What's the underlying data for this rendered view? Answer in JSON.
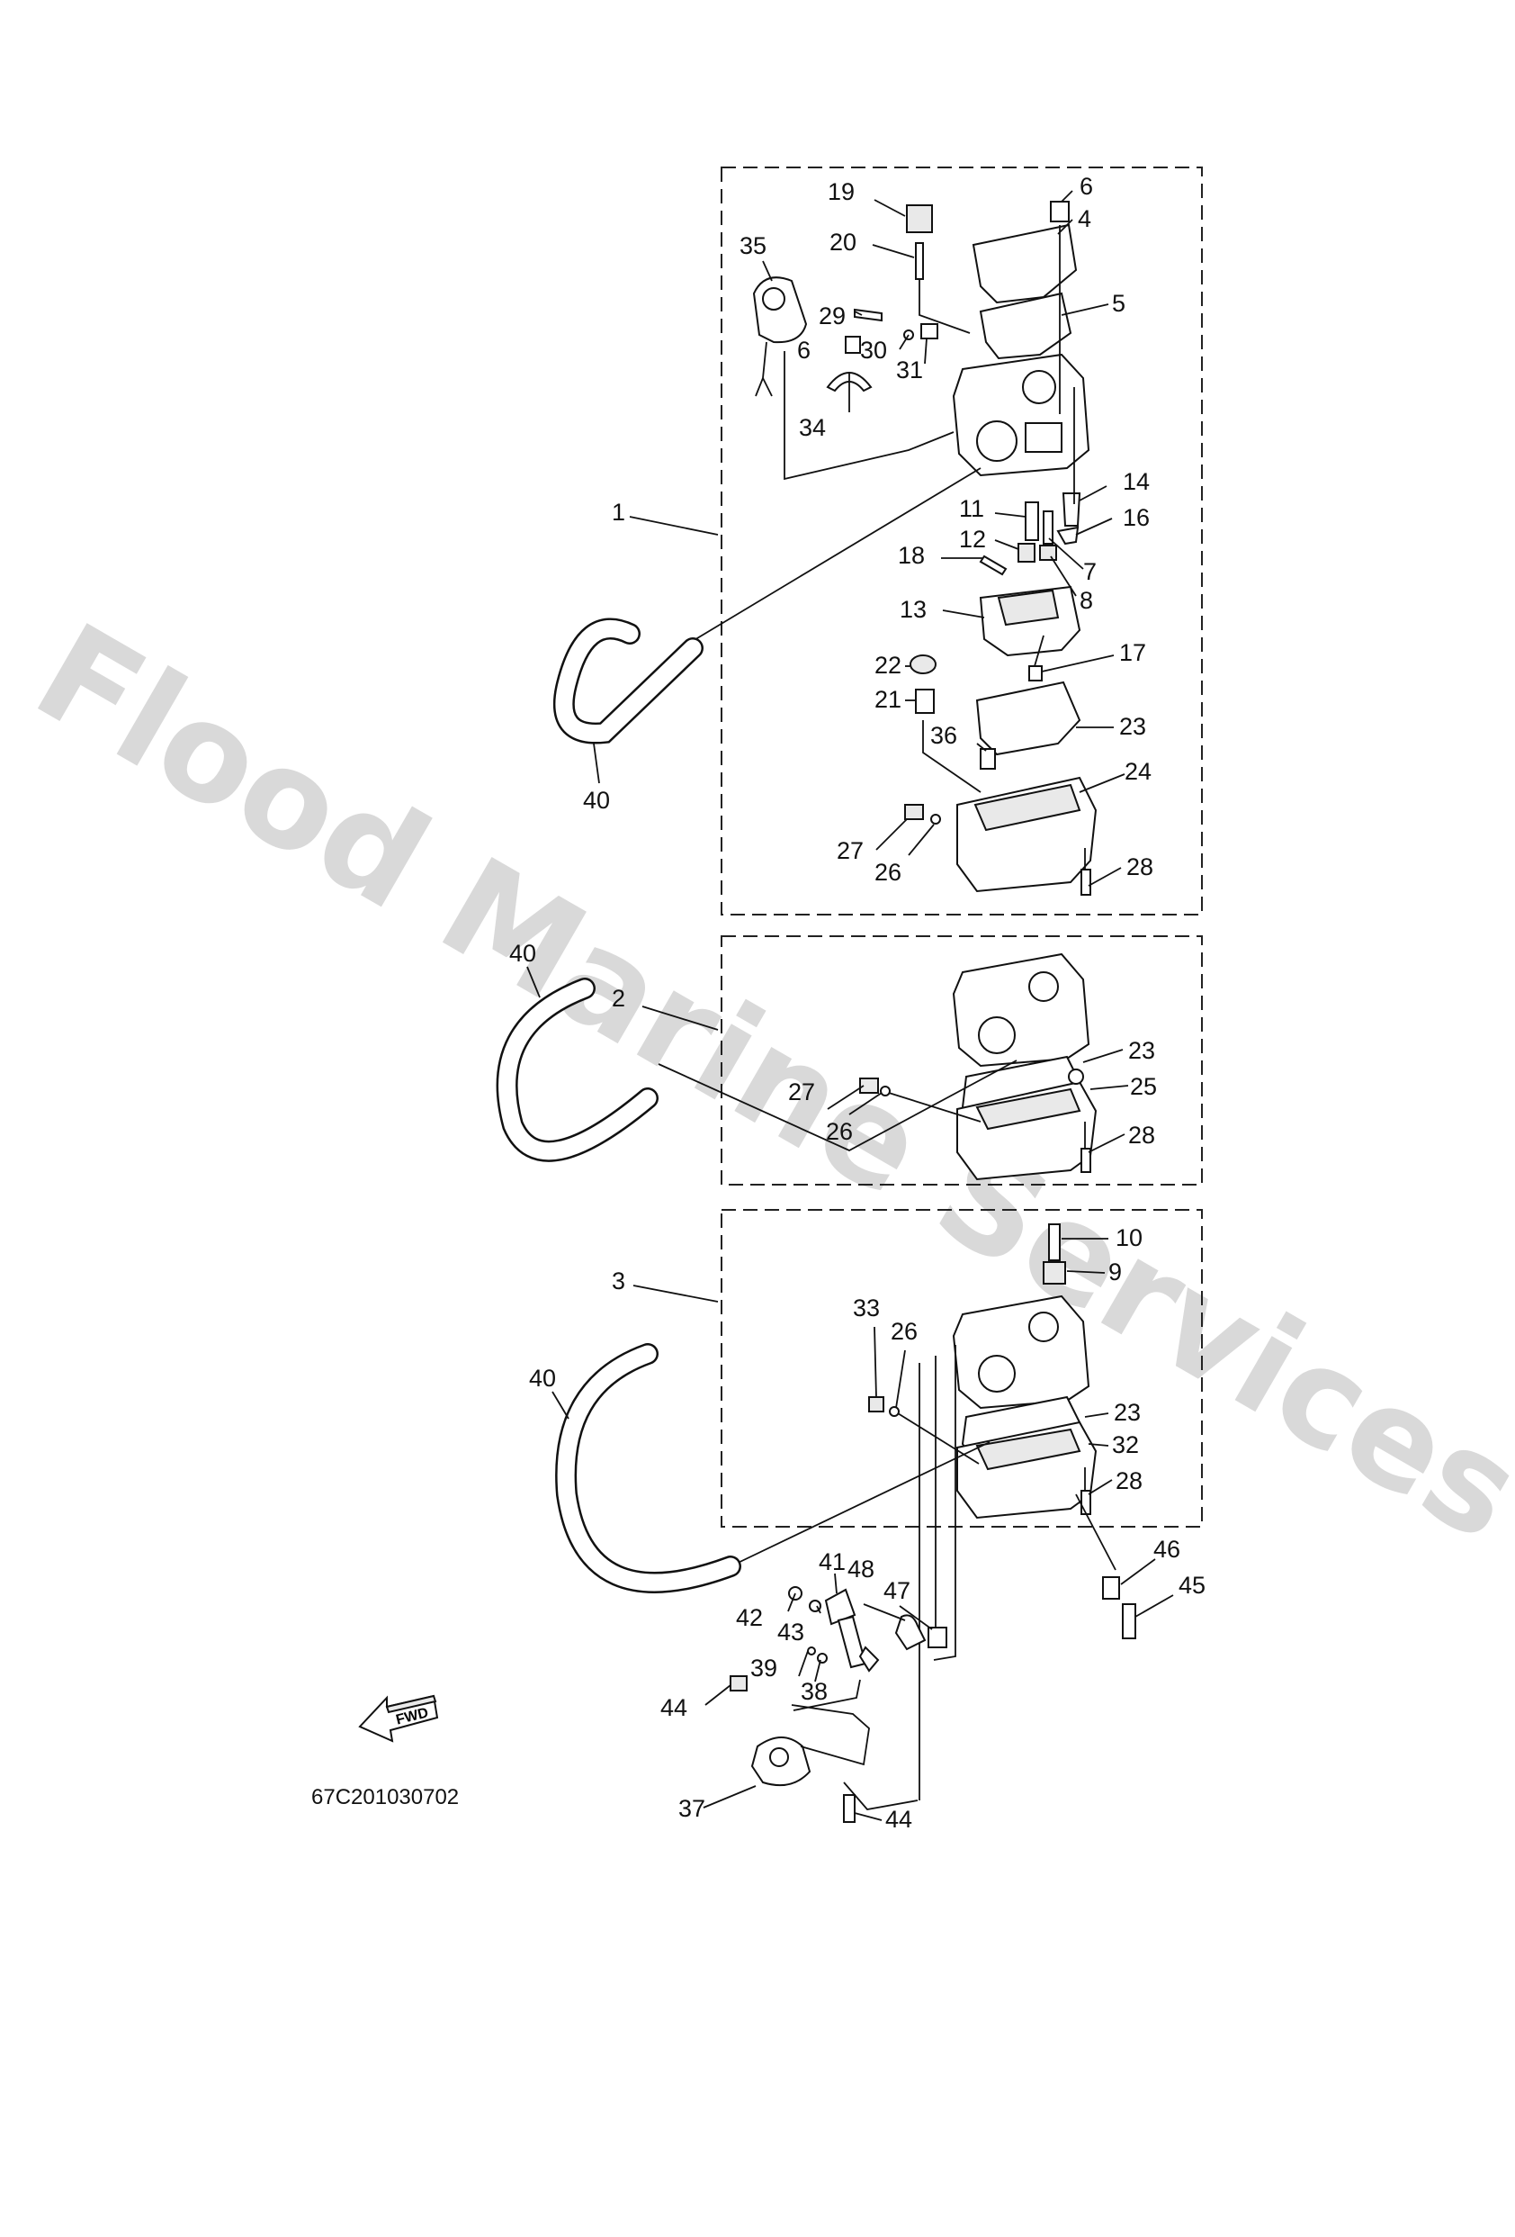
{
  "watermark": "Flood Marine Services",
  "diagram_code": "67C201030702",
  "fwd_label": "FWD",
  "callouts": {
    "c1": "1",
    "c2": "2",
    "c3": "3",
    "c4": "4",
    "c5": "5",
    "c6a": "6",
    "c6b": "6",
    "c7": "7",
    "c8": "8",
    "c9": "9",
    "c10": "10",
    "c11": "11",
    "c12": "12",
    "c13": "13",
    "c14": "14",
    "c16": "16",
    "c17": "17",
    "c18": "18",
    "c19": "19",
    "c20": "20",
    "c21": "21",
    "c22": "22",
    "c23a": "23",
    "c23b": "23",
    "c23c": "23",
    "c24": "24",
    "c25": "25",
    "c26a": "26",
    "c26b": "26",
    "c26c": "26",
    "c27a": "27",
    "c27b": "27",
    "c28a": "28",
    "c28b": "28",
    "c28c": "28",
    "c29": "29",
    "c30": "30",
    "c31": "31",
    "c32": "32",
    "c33": "33",
    "c34": "34",
    "c35": "35",
    "c36": "36",
    "c37": "37",
    "c38": "38",
    "c39": "39",
    "c40a": "40",
    "c40b": "40",
    "c40c": "40",
    "c41": "41",
    "c42": "42",
    "c43": "43",
    "c44a": "44",
    "c44b": "44",
    "c45": "45",
    "c46": "46",
    "c47": "47",
    "c48": "48"
  }
}
